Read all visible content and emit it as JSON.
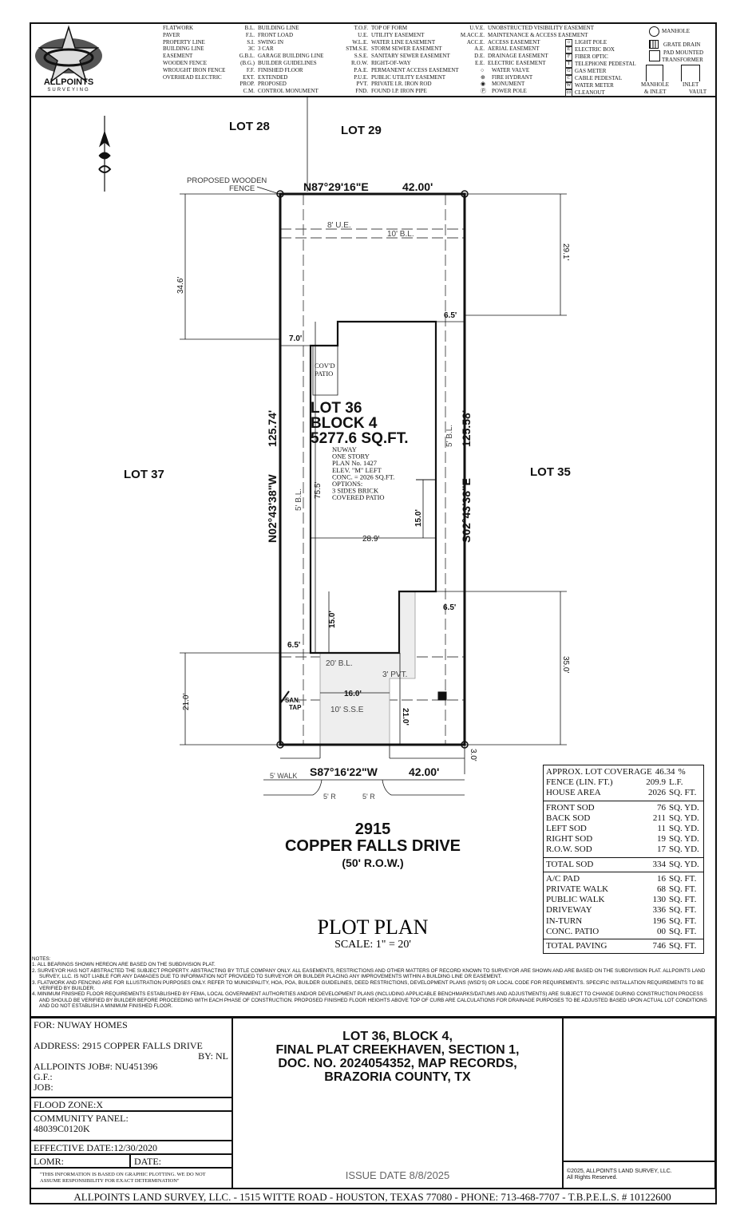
{
  "logo": {
    "text": "ALLPOINTS",
    "sub": "SURVEYING"
  },
  "legend": {
    "symbols": [
      "FLATWORK",
      "PAVER",
      "PROPERTY LINE",
      "BUILDING LINE",
      "EASEMENT",
      "WOODEN FENCE",
      "WROUGHT IRON FENCE",
      "OVERHEAD ELECTRIC"
    ],
    "abbr1": [
      [
        "B.L.",
        "BUILDING LINE"
      ],
      [
        "F.L.",
        "FRONT LOAD"
      ],
      [
        "S.I.",
        "SWING IN"
      ],
      [
        "3C",
        "3 CAR"
      ],
      [
        "G.B.L.",
        "GARAGE BUILDING LINE"
      ],
      [
        "(B.G.)",
        "BUILDER GUIDELINES"
      ],
      [
        "F.F.",
        "FINISHED FLOOR"
      ],
      [
        "EXT.",
        "EXTENDED"
      ],
      [
        "PROP.",
        "PROPOSED"
      ],
      [
        "C.M.",
        "CONTROL MONUMENT"
      ]
    ],
    "abbr2": [
      [
        "T.O.F.",
        "TOP OF FORM"
      ],
      [
        "U.E.",
        "UTILITY EASEMENT"
      ],
      [
        "W.L.E.",
        "WATER LINE EASEMENT"
      ],
      [
        "STM.S.E.",
        "STORM SEWER EASEMENT"
      ],
      [
        "S.S.E.",
        "SANITARY SEWER EASEMENT"
      ],
      [
        "R.O.W.",
        "RIGHT-OF-WAY"
      ],
      [
        "P.A.E.",
        "PERMANENT ACCESS EASEMENT"
      ],
      [
        "P.U.E.",
        "PUBLIC UTILITY EASEMENT"
      ],
      [
        "PVT.",
        "PRIVATE    I.R.  IRON ROD"
      ],
      [
        "FND.",
        "FOUND    I.P.  IRON PIPE"
      ]
    ],
    "abbr3": [
      [
        "U.V.E.",
        "UNOBSTRUCTED VISIBILITY EASEMENT"
      ],
      [
        "M.ACC.E.",
        "MAINTENANCE & ACCESS EASEMENT"
      ],
      [
        "ACC.E.",
        "ACCESS EASEMENT"
      ],
      [
        "A.E.",
        "AERIAL EASEMENT"
      ],
      [
        "D.E.",
        "DRAINAGE EASEMENT"
      ],
      [
        "E.E.",
        "ELECTRIC EASEMENT"
      ]
    ],
    "icons1": [
      "WATER VALVE",
      "FIRE HYDRANT",
      "MONUMENT",
      "POWER POLE"
    ],
    "icons2": [
      [
        "☼",
        "LIGHT POLE"
      ],
      [
        "E",
        "ELECTRIC BOX"
      ],
      [
        "F",
        "FIBER OPTIC"
      ],
      [
        "T",
        "TELEPHONE PEDESTAL"
      ],
      [
        "G",
        "GAS METER"
      ],
      [
        "C",
        "CABLE PEDESTAL"
      ],
      [
        "W",
        "WATER METER"
      ],
      [
        "co",
        "CLEANOUT"
      ]
    ],
    "icons3": [
      "MANHOLE",
      "GRATE DRAIN",
      "PAD MOUNTED",
      "TRANSFORMER",
      "MANHOLE",
      "& INLET",
      "INLET",
      "VAULT"
    ]
  },
  "plan": {
    "lot_28": "LOT 28",
    "lot_29": "LOT 29",
    "lot_37": "LOT 37",
    "lot_35": "LOT 35",
    "fence_note": [
      "PROPOSED WOODEN",
      "FENCE"
    ],
    "north_bearing": "N87°29'16\"E",
    "north_dist": "42.00'",
    "south_bearing": "S87°16'22\"W",
    "south_dist": "42.00'",
    "west_bearing": "N02°43'38\"W",
    "west_dist": "125.74'",
    "east_bearing": "S02°43'38\"E",
    "east_dist": "125.58'",
    "ue": "8' U.E.",
    "bl_rear": "10' B.L.",
    "bl_side": "5' B.L.",
    "bl_front": "20' B.L.",
    "sse": "10' S.S.E",
    "pvt": "3' PVT.",
    "san_tap": [
      "SAN.",
      "TAP"
    ],
    "dims": {
      "d346": "34.6'",
      "d291": "29.1'",
      "d70": "7.0'",
      "d65a": "6.5'",
      "d65b": "6.5'",
      "d65c": "6.5'",
      "d755": "75.5'",
      "d150a": "15.0'",
      "d150b": "15.0'",
      "d289": "28.9'",
      "d210a": "21.0'",
      "d210b": "21.0'",
      "d350": "35.0'",
      "d160": "16.0'",
      "d30": "3.0'"
    },
    "patio": [
      "COV'D",
      "PATIO"
    ],
    "lot_label": [
      "LOT 36",
      "BLOCK 4",
      "5277.6 SQ.FT."
    ],
    "house_info": [
      "NUWAY",
      "ONE STORY",
      "PLAN No. 1427",
      "ELEV. \"M\" LEFT",
      "CONC. = 2026 SQ.FT.",
      "OPTIONS:",
      "3 SIDES BRICK",
      "COVERED PATIO"
    ],
    "walk": "5' WALK",
    "radius": "5' R",
    "address": [
      "2915",
      "COPPER FALLS DRIVE",
      "(50' R.O.W.)"
    ],
    "title": "PLOT PLAN",
    "scale": "SCALE: 1\" = 20'"
  },
  "summary": {
    "sec1": [
      [
        "APPROX. LOT COVERAGE",
        "46.34",
        "%"
      ],
      [
        "FENCE (LIN. FT.)",
        "209.9",
        "L.F."
      ],
      [
        "HOUSE AREA",
        "2026",
        "SQ. FT."
      ]
    ],
    "sec2": [
      [
        "FRONT SOD",
        "76",
        "SQ. YD."
      ],
      [
        "BACK SOD",
        "211",
        "SQ. YD."
      ],
      [
        "LEFT SOD",
        "11",
        "SQ. YD."
      ],
      [
        "RIGHT SOD",
        "19",
        "SQ. YD."
      ],
      [
        "R.O.W. SOD",
        "17",
        "SQ. YD."
      ]
    ],
    "sec3": [
      [
        "TOTAL SOD",
        "334",
        "SQ. YD."
      ]
    ],
    "sec4": [
      [
        "A/C PAD",
        "16",
        "SQ. FT."
      ],
      [
        "PRIVATE WALK",
        "68",
        "SQ. FT."
      ],
      [
        "PUBLIC WALK",
        "130",
        "SQ. FT."
      ],
      [
        "DRIVEWAY",
        "336",
        "SQ. FT."
      ],
      [
        "IN-TURN",
        "196",
        "SQ. FT."
      ],
      [
        "CONC. PATIO",
        "00",
        "SQ. FT."
      ]
    ],
    "sec5": [
      [
        "TOTAL PAVING",
        "746",
        "SQ. FT."
      ]
    ]
  },
  "notes": [
    "NOTES:",
    "1.  ALL BEARINGS SHOWN HEREON ARE BASED ON THE SUBDIVISION PLAT.",
    "2.  SURVEYOR HAS NOT ABSTRACTED THE SUBJECT PROPERTY. ABSTRACTING BY TITLE COMPANY ONLY. ALL EASEMENTS, RESTRICTIONS AND OTHER MATTERS OF RECORD KNOWN TO SURVEYOR ARE SHOWN AND ARE BASED ON THE SUBDIVISION PLAT. ALLPOINTS LAND SURVEY, LLC. IS NOT LIABLE FOR ANY DAMAGES DUE TO INFORMATION NOT PROVIDED TO SURVEYOR OR BUILDER PLACING ANY IMPROVEMENTS WITHIN A BUILDING LINE OR EASEMENT.",
    "3.  FLATWORK AND FENCING ARE FOR ILLUSTRATION PURPOSES ONLY. REFER TO MUNICIPALITY, HOA, POA, BUILDER GUIDELINES, DEED RESTRICTIONS, DEVELOPMENT PLANS (WSD'S) OR LOCAL CODE FOR REQUIREMENTS. SPECIFIC INSTALLATION REQUIREMENTS TO BE VERIFIED BY BUILDER.",
    "4.  MINIMUM FINISHED FLOOR REQUIREMENTS ESTABLISHED BY FEMA, LOCAL GOVERNMENT AUTHORITIES AND/OR DEVELOPMENT PLANS (INCLUDING APPLICABLE BENCHMARKS/DATUMS AND ADJUSTMENTS) ARE SUBJECT TO CHANGE DURING CONSTRUCTION PROCESS AND SHOULD BE VERIFIED BY BUILDER BEFORE PROCEEDING WITH EACH PHASE OF CONSTRUCTION.  PROPOSED FINISHED FLOOR HEIGHTS ABOVE TOP OF CURB ARE CALCULATIONS FOR DRAINAGE PURPOSES TO BE ADJUSTED BASED UPON ACTUAL LOT CONDITIONS AND DO NOT ESTABLISH A MINIMUM FINISHED FLOOR."
  ],
  "title_block": {
    "for": "FOR:  NUWAY HOMES",
    "address": "ADDRESS: 2915 COPPER FALLS DRIVE",
    "by": "BY: NL",
    "job_no": "ALLPOINTS JOB#:  NU451396",
    "gf": "G.F.:",
    "job": "JOB:",
    "flood_zone": "FLOOD ZONE:X",
    "community_panel": "COMMUNITY PANEL:",
    "panel_no": "48039C0120K",
    "effective_date": "EFFECTIVE DATE:12/30/2020",
    "lomr": "LOMR:",
    "date": "DATE:",
    "disclaimer": "\"THIS INFORMATION IS BASED ON GRAPHIC PLOTTING.  WE DO NOT ASSUME RESPONSIBILITY FOR EXACT DETERMINATION\"",
    "legal": [
      "LOT 36, BLOCK 4,",
      "FINAL PLAT CREEKHAVEN, SECTION 1,",
      "DOC. NO. 2024054352, MAP RECORDS,",
      "BRAZORIA COUNTY, TX"
    ],
    "issue_date": "ISSUE DATE 8/8/2025",
    "copyright": [
      "©2025, ALLPOINTS LAND SURVEY, LLC.",
      "All Rights Reserved."
    ]
  },
  "footer": "ALLPOINTS LAND SURVEY, LLC. - 1515 WITTE ROAD - HOUSTON, TEXAS 77080 - PHONE: 713-468-7707 - T.B.P.E.L.S. # 10122600"
}
